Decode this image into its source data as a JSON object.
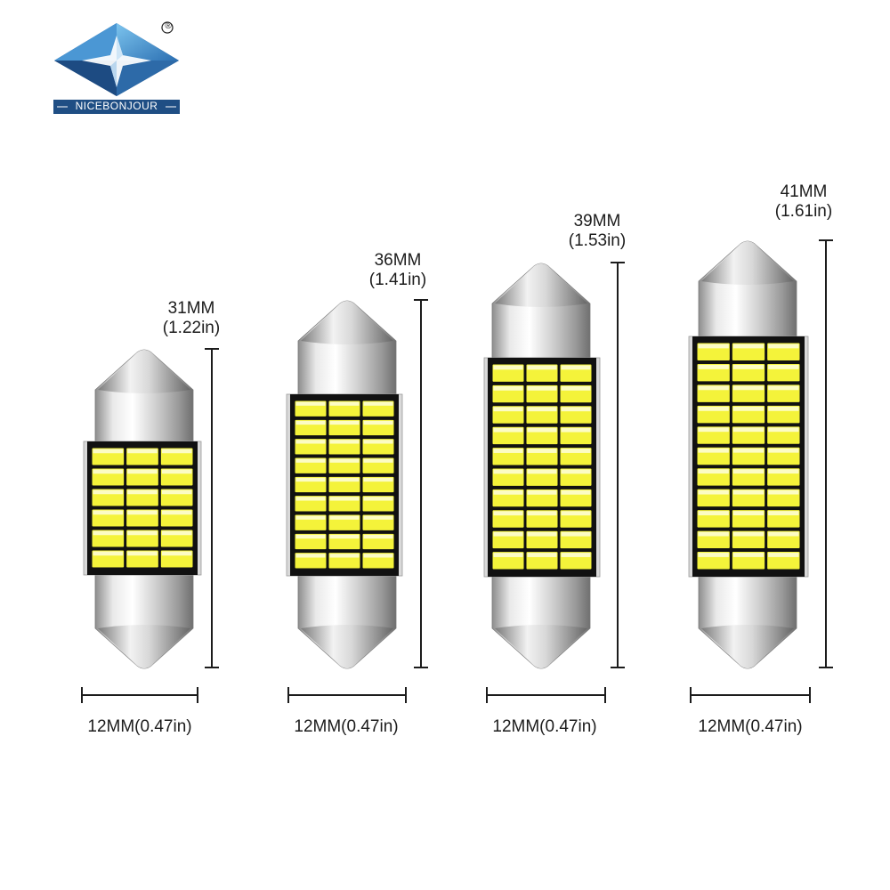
{
  "brand": {
    "name": "NICEBONJOUR",
    "registered_mark": "®",
    "colors": {
      "dark_blue": "#1f4e84",
      "light_blue": "#5aa7dc",
      "mid_blue": "#2f6fb0"
    }
  },
  "products": [
    {
      "length_mm": "31MM",
      "length_in": "(1.22in)",
      "width": "12MM(0.47in)",
      "led_rows": 6
    },
    {
      "length_mm": "36MM",
      "length_in": "(1.41in)",
      "width": "12MM(0.47in)",
      "led_rows": 9
    },
    {
      "length_mm": "39MM",
      "length_in": "(1.53in)",
      "width": "12MM(0.47in)",
      "led_rows": 10
    },
    {
      "length_mm": "41MM",
      "length_in": "(1.61in)",
      "width": "12MM(0.47in)",
      "led_rows": 11
    }
  ],
  "colors": {
    "led_yellow": "#f4f33a",
    "led_white": "#ffffff",
    "pcb_black": "#111111",
    "dimension_line": "#1c1c1c"
  }
}
